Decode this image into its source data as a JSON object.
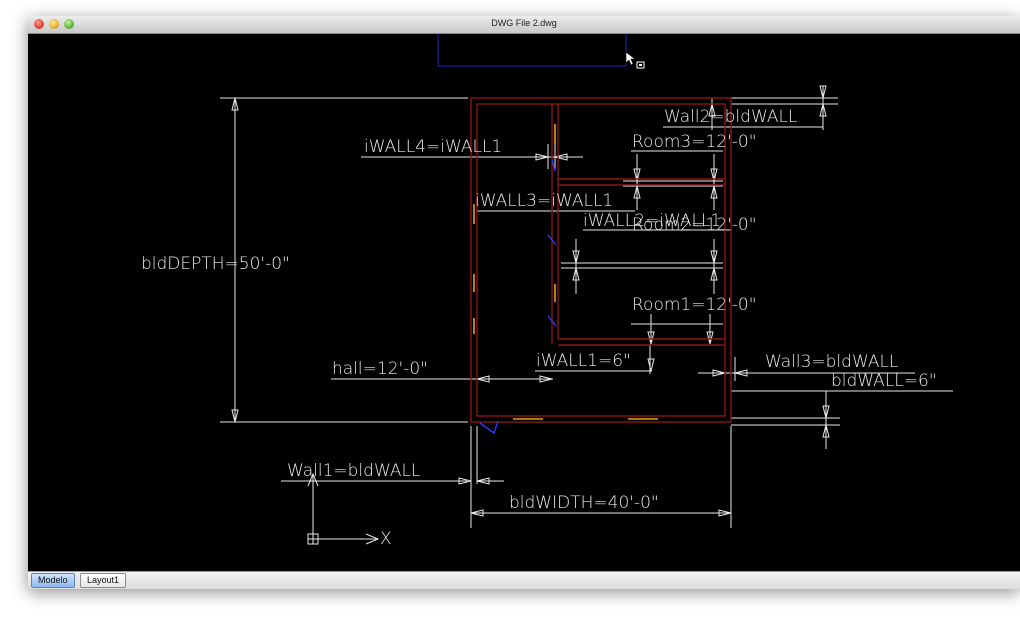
{
  "window": {
    "title": "DWG File 2.dwg"
  },
  "drawing": {
    "labels": {
      "wall2": "Wall2=bldWALL",
      "room3": "Room3=12'-0\"",
      "iwall4": "iWALL4=iWALL1",
      "iwall3": "iWALL3=iWALL1",
      "iwall2": "iWALL2=iWALL1",
      "room2": "Room2=12'-0\"",
      "bld_depth": "bldDEPTH=50'-0\"",
      "room1": "Room1=12'-0\"",
      "iwall1": "iWALL1=6\"",
      "hall": "hall=12'-0\"",
      "wall3": "Wall3=bldWALL",
      "bld_wall": "bldWALL=6\"",
      "wall1": "Wall1=bldWALL",
      "bld_width": "bldWIDTH=40'-0\"",
      "ucs_x": "X"
    }
  },
  "tabs": [
    {
      "label": "Modelo",
      "active": true
    },
    {
      "label": "Layout1",
      "active": false
    }
  ],
  "colors": {
    "canvas_bg": "#000000",
    "walls": "#8b1515",
    "dimensions": "#e8e8e8",
    "openings": "#e0a020",
    "doors": "#2b3cff",
    "selection": "#1a1aa8"
  }
}
